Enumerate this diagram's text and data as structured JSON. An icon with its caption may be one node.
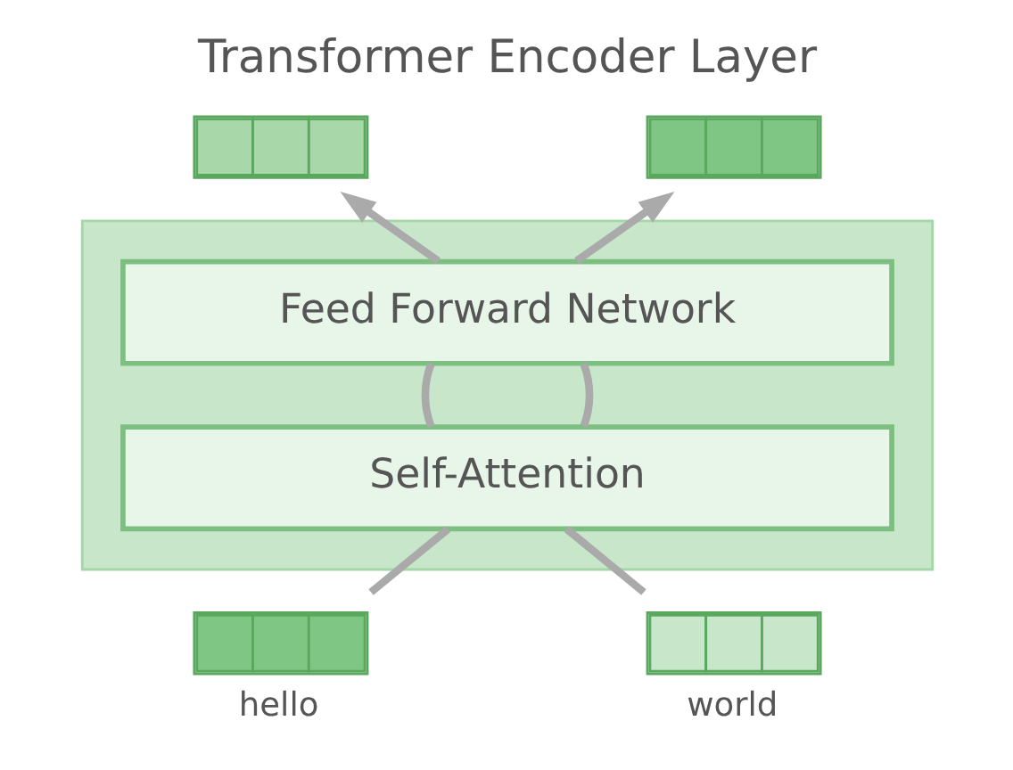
{
  "diagram": {
    "title": "Transformer Encoder Layer",
    "nodes": [
      {
        "text": [],
        "shape": "bar"
      },
      {
        "text": [],
        "shape": "bar"
      },
      {
        "text": [],
        "shape": "box"
      },
      {
        "text": [
          "Feed Forward Network"
        ],
        "in": 2
      },
      {
        "text": [
          "Self-Attention"
        ],
        "in": 2
      },
      {
        "text": [],
        "shape": "bar",
        "beside": [
          "hello"
        ]
      },
      {
        "text": [],
        "shape": "bar",
        "beside": [
          "world"
        ]
      }
    ],
    "edges": [
      {
        "from": 5,
        "to": 4,
        "arrow": "none"
      },
      {
        "from": 4,
        "to": 3,
        "arrow": "none"
      },
      {
        "from": 3,
        "to": 0,
        "arrow": "to"
      },
      {
        "from": 6,
        "to": 4,
        "arrow": "none"
      },
      {
        "from": 4,
        "to": 3,
        "arrow": "none"
      },
      {
        "from": 3,
        "to": 1,
        "arrow": "to"
      }
    ]
  }
}
